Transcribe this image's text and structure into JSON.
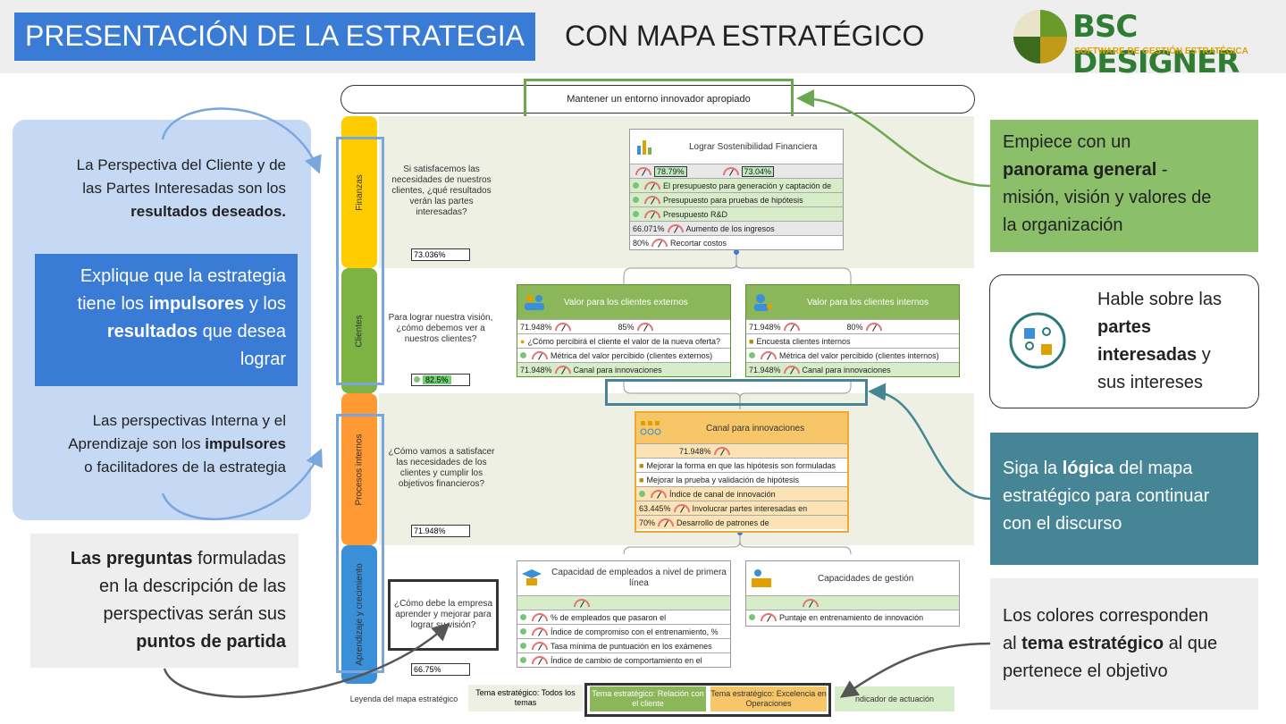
{
  "header": {
    "title_highlight": "PRESENTACIÓN DE LA ESTRATEGIA",
    "title_rest": "CON MAPA ESTRATÉGICO",
    "logo_name": "BSC DESIGNER",
    "logo_tagline": "SOFTWARE DE GESTIÓN ESTRATÉGICA"
  },
  "left": {
    "box1": [
      "La Perspectiva del Cliente y de",
      "las Partes Interesadas son los",
      "resultados deseados."
    ],
    "box2": [
      "Explique que la estrategia",
      "tiene los ",
      "impulsores",
      " y los",
      "resultados",
      " que desea",
      "lograr"
    ],
    "box3": [
      "Las perspectivas Interna y el",
      "Aprendizaje son los ",
      "impulsores",
      "o facilitadores de la estrategia"
    ],
    "box4": [
      "Las preguntas",
      " formuladas",
      "en la descripción de las",
      "perspectivas serán sus",
      "puntos de partida"
    ]
  },
  "right": {
    "box1": [
      "Empiece con un",
      "panorama general",
      " -",
      "misión, visión y valores de",
      "la organización"
    ],
    "box2": [
      "Hable sobre las",
      "partes",
      "interesadas",
      " y",
      "sus intereses"
    ],
    "box3": [
      "Siga la ",
      "lógica",
      " del mapa",
      "estratégico para continuar",
      "con el discurso"
    ],
    "box4": [
      "Los colores corresponden",
      "al ",
      "tema estratégico",
      " al que",
      "pertenece el objetivo"
    ]
  },
  "map": {
    "mission": "Mantener un entorno innovador apropiado",
    "perspectives": [
      {
        "name": "Finanzas",
        "color": "#ffcc00",
        "question": "Si satisfacemos las necesidades de nuestros clientes, ¿qué resultados verán las partes interesadas?",
        "value": "73.036%"
      },
      {
        "name": "Clientes",
        "color": "#7cb342",
        "question": "Para lograr nuestra visión, ¿cómo debemos ver a nuestros clientes?",
        "value": "82.5%"
      },
      {
        "name": "Procesos internos",
        "color": "#ff9933",
        "question": "¿Cómo vamos a satisfacer las necesidades de los clientes y cumplir los objetivos financieros?",
        "value": "71.948%"
      },
      {
        "name": "Aprendizaje y crecimiento",
        "color": "#3a8fd9",
        "question": "¿Cómo debe la empresa aprender y mejorar para lograr su visión?",
        "value": "66.75%"
      }
    ],
    "fin_card": {
      "title": "Lograr Sostenibilidad Financiera",
      "v1": "78.79%",
      "v2": "73.04%",
      "rows": [
        "El presupuesto para generación y captación de",
        "Presupuesto para pruebas de hipótesis",
        "Presupuesto R&D",
        "Aumento de los ingresos",
        "Recortar costos"
      ],
      "row4_val": "66.071%",
      "row5_val": "80%"
    },
    "cli_ext": {
      "title": "Valor para los clientes externos",
      "v1": "71.948%",
      "v2": "85%",
      "rows": [
        "¿Cómo percibirá el cliente el valor de la nueva oferta?",
        "Métrica del valor percibido (clientes externos)",
        "Canal para innovaciones"
      ],
      "row3_val": "71.948%"
    },
    "cli_int": {
      "title": "Valor para los clientes internos",
      "v1": "71.948%",
      "v2": "80%",
      "rows": [
        "Encuesta clientes internos",
        "Métrica del valor percibido (clientes internos)",
        "Canal para innovaciones"
      ],
      "row3_val": "71.948%"
    },
    "proc_card": {
      "title": "Canal para innovaciones",
      "v1": "71.948%",
      "rows": [
        "Mejorar la forma en que las hipótesis son formuladas",
        "Mejorar la prueba y validación de hipótesis",
        "Índice de canal de innovación",
        "Involucrar partes interesadas en",
        "Desarrollo de patrones de"
      ],
      "row4_val": "63.445%",
      "row5_val": "70%"
    },
    "learn1": {
      "title": "Capacidad de empleados a nivel de primera línea",
      "rows": [
        "% de empleados que pasaron el",
        "Índice de compromiso con el entrenamiento, %",
        "Tasa mínima de puntuación en los exámenes",
        "Índice de cambio de comportamiento en el"
      ]
    },
    "learn2": {
      "title": "Capacidades de gestión",
      "rows": [
        "Puntaje en entrenamiento de innovación"
      ]
    },
    "legend": {
      "label": "Leyenda del mapa estratégico",
      "items": [
        "Tema estratégico: Todos los temas",
        "Tema estratégico: Relación con el cliente",
        "Tema estratégico: Excelencia en Operaciones",
        "ndicador de actuación"
      ]
    }
  },
  "colors": {
    "accent_blue": "#3a7bd5",
    "green": "#8bbf6a",
    "teal": "#468595",
    "light_blue": "#c5d9f5"
  }
}
